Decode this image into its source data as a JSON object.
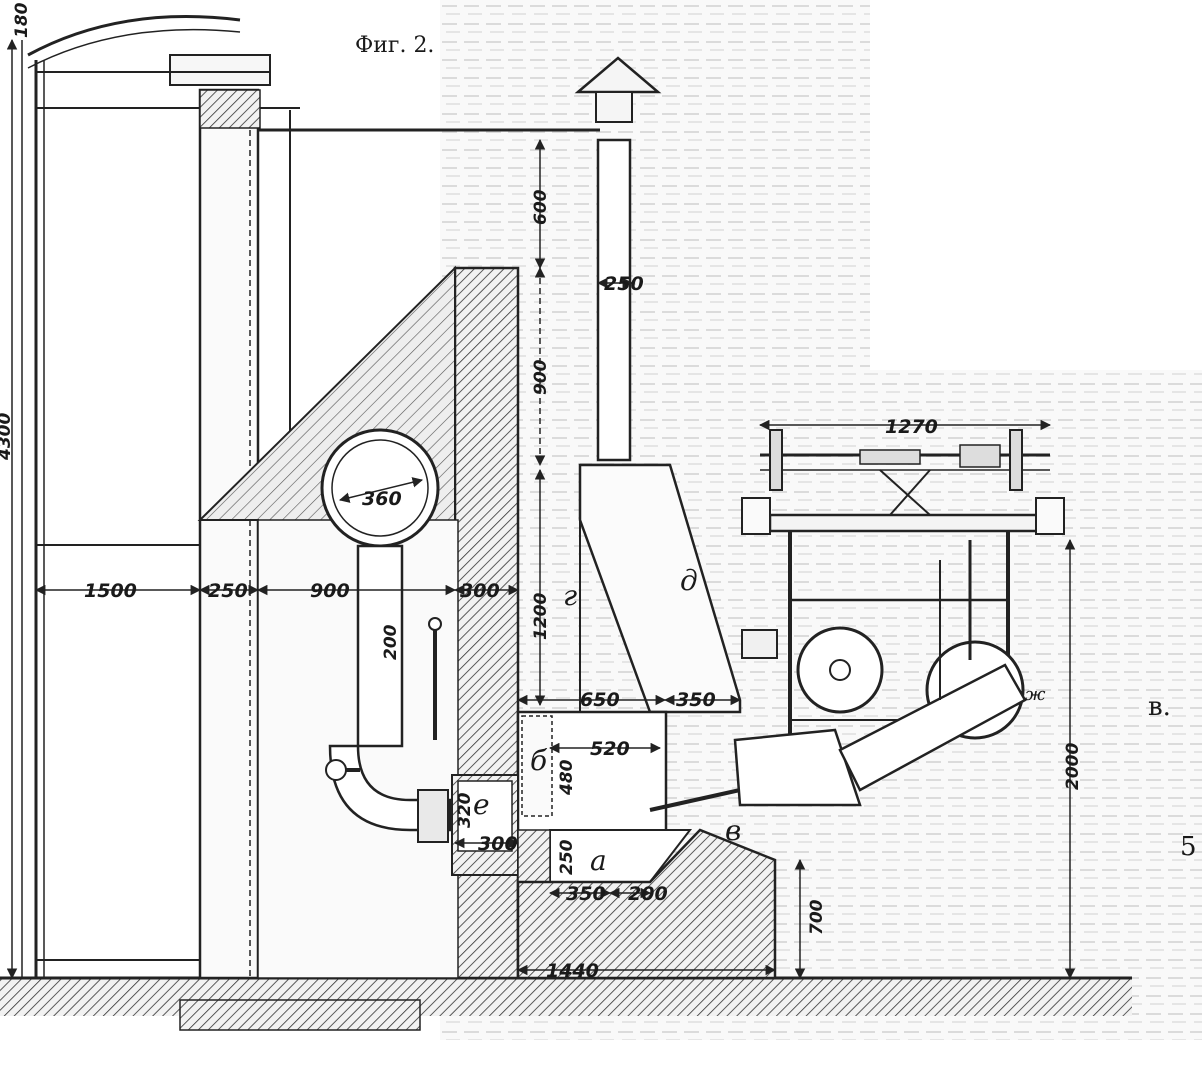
{
  "figure": {
    "caption": "Фиг. 2."
  },
  "dimensions": {
    "d180": "180",
    "d4300": "4300",
    "d600": "600",
    "d250_chimney": "250",
    "d900_vert": "900",
    "d360": "360",
    "d200_pipe": "200",
    "d1200": "1200",
    "d1500": "1500",
    "d250_wall": "250",
    "d900_horiz": "900",
    "d300_wall": "300",
    "d650": "650",
    "d350_top": "350",
    "d520": "520",
    "d480": "480",
    "d320": "320",
    "d300_box": "300",
    "d250_box": "250",
    "d350_bottom": "350",
    "d200_bottom": "200",
    "d700": "700",
    "d1440": "1440",
    "d1270": "1270",
    "d2000": "2000"
  },
  "labels": {
    "a": "а",
    "b": "б",
    "v": "в",
    "g": "г",
    "d": "д",
    "e": "е",
    "zh": "ж"
  },
  "margin_text": {
    "right1": "в.",
    "right2": "5"
  }
}
